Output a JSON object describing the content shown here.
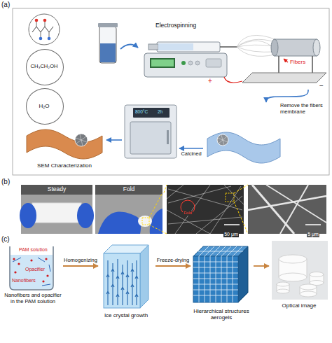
{
  "diagram": {
    "nodes": [
      {
        "text": [
          "(a)"
        ]
      },
      {
        "text": [
          "CH₃CH₂OH"
        ],
        "in": 0
      },
      {
        "text": [
          "H₂O"
        ],
        "in": 0
      },
      {
        "text": [
          "Electrospinning"
        ],
        "in": 0
      },
      {
        "text": [
          "Remove the fibers membrane"
        ],
        "in": 0
      },
      {
        "text": [
          "800°C",
          "2h"
        ],
        "in": 0
      },
      {
        "text": [
          "SEM Characterization"
        ],
        "in": 0
      },
      {
        "text": [
          "Steady"
        ]
      },
      {
        "text": [
          "Fold"
        ]
      },
      {
        "text": [
          "Fold",
          "50 μm"
        ]
      },
      {
        "text": [
          "5 μm"
        ]
      },
      {
        "text": [
          "PAM solution",
          "Opacifier",
          "Nanofibers",
          "Nanofibers and opacifier in the PAM solution"
        ]
      },
      {
        "text": [
          "Ice crystal growth"
        ]
      },
      {
        "text": [
          "Hierarchical structures aerogels"
        ]
      },
      {
        "text": [
          "Optical image"
        ]
      }
    ],
    "edges": [
      {
        "from": 3,
        "to": 4,
        "arrow": "to"
      },
      {
        "from": 4,
        "to": 5,
        "label": "Calcined",
        "arrow": "to"
      },
      {
        "from": 5,
        "to": 6,
        "arrow": "to"
      },
      {
        "from": 8,
        "to": 9,
        "arrow": "none"
      },
      {
        "from": 9,
        "to": 10,
        "arrow": "none"
      },
      {
        "from": 11,
        "to": 12,
        "label": "Homogenizing",
        "arrow": "to"
      },
      {
        "from": 12,
        "to": 13,
        "label": "Freeze-drying",
        "arrow": "to"
      },
      {
        "from": 13,
        "to": 14,
        "arrow": "to"
      }
    ],
    "labels": [
      "Fibers",
      "+",
      "−",
      "(b)",
      "(c)"
    ]
  }
}
